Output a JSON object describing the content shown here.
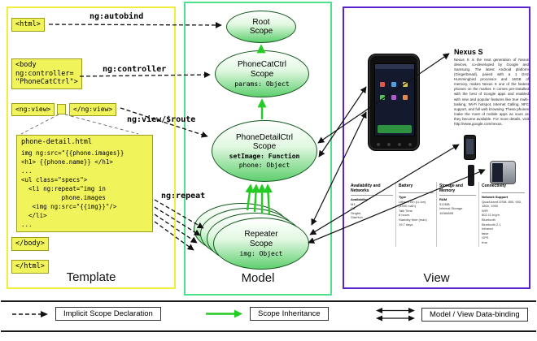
{
  "colors": {
    "c-template": "#f0ee3a",
    "c-model": "#4fe08e",
    "c-view": "#5a23cf",
    "c-green": "#22cc22"
  },
  "template": {
    "panel_label": "Template",
    "html_open": "<html>",
    "autobind_label": "ng:autobind",
    "body_open": "<body\nng:controller=\n\"PhoneCatCtrl\">",
    "controller_label": "ng:controller",
    "ngview_open": "<ng:view>",
    "ngview_close": "</ng:view>",
    "view_route_label": "ng:view/$route",
    "code_title": "phone-detail.html",
    "code_lines": [
      "img ng:src=\"{{phone.images}}",
      "<h1> {{phone.name}} </h1>",
      "...",
      "<ul class=\"specs\">",
      "  <li ng:repeat=\"img in",
      "           phone.images",
      "   <img ng:src=\"{{img}}\"/>",
      "  </li>",
      "..."
    ],
    "repeat_label": "ng:repeat",
    "body_close": "</body>",
    "html_close": "</html>"
  },
  "model": {
    "panel_label": "Model",
    "root_scope": {
      "title": "Root\nScope"
    },
    "phonecat_scope": {
      "title": "PhoneCatCtrl\nScope",
      "prop": "params: Object"
    },
    "phonedetail_scope": {
      "title": "PhoneDetailCtrl\nScope",
      "method": "setImage: Function",
      "prop": "phone: Object"
    },
    "repeater_scope": {
      "title": "Repeater\nScope",
      "prop": "img: Object"
    }
  },
  "view": {
    "panel_label": "View",
    "product_title": "Nexus S",
    "description": "Nexus S is the next generation of Nexus devices, co-developed by Google and Samsung. The latest Android platform (Gingerbread), paired with a 1 GHz Hummingbird processor and 16GB of memory, makes Nexus S one of the fastest phones on the market. It comes pre-installed with the best of Google apps and enabled with new and popular features like true multi-tasking, Wi-Fi hotspot, Internet Calling, NFC support, and full web browsing. These phones make the most of mobile apps as soon as they become available. For more details, visit http://www.google.com/nexus.",
    "specs": [
      {
        "title": "Availability and Networks",
        "rows": [
          "Availability",
          "M1,",
          "O2,",
          "Singtel,",
          "StarHub"
        ]
      },
      {
        "title": "Battery",
        "rows": [
          "Type",
          "Lithium Ion (Li-Ion) (1500 mAh)",
          "Talk Time",
          "6 hours",
          "Standby time (max)",
          "19.7 days"
        ]
      },
      {
        "title": "Storage and Memory",
        "rows": [
          "RAM",
          "512MB",
          "Internal Storage",
          "16384MB"
        ]
      },
      {
        "title": "Connectivity",
        "rows": [
          "Network Support",
          "Quad-band GSM: 850, 900, 1800, 1900",
          "WiFi",
          "802.11 b/g/n",
          "Bluetooth",
          "Bluetooth 2.1",
          "Infrared",
          "false",
          "GPS",
          "true"
        ]
      }
    ]
  },
  "legend": {
    "implicit": "Implicit Scope Declaration",
    "inheritance": "Scope Inheritance",
    "databinding": "Model / View Data-binding"
  }
}
